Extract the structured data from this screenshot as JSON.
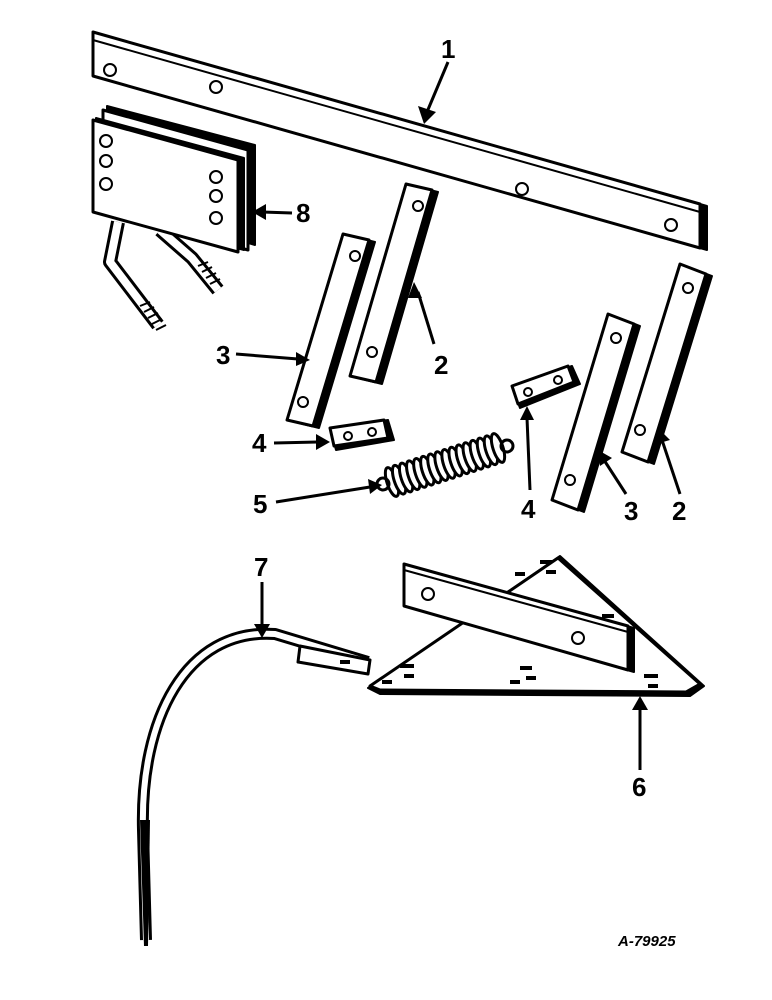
{
  "diagram": {
    "reference_number": "A-79925",
    "callouts": [
      {
        "id": "c1",
        "label": "1"
      },
      {
        "id": "c2a",
        "label": "2"
      },
      {
        "id": "c2b",
        "label": "2"
      },
      {
        "id": "c3a",
        "label": "3"
      },
      {
        "id": "c3b",
        "label": "3"
      },
      {
        "id": "c4a",
        "label": "4"
      },
      {
        "id": "c4b",
        "label": "4"
      },
      {
        "id": "c5",
        "label": "5"
      },
      {
        "id": "c6",
        "label": "6"
      },
      {
        "id": "c7",
        "label": "7"
      },
      {
        "id": "c8",
        "label": "8"
      }
    ]
  }
}
